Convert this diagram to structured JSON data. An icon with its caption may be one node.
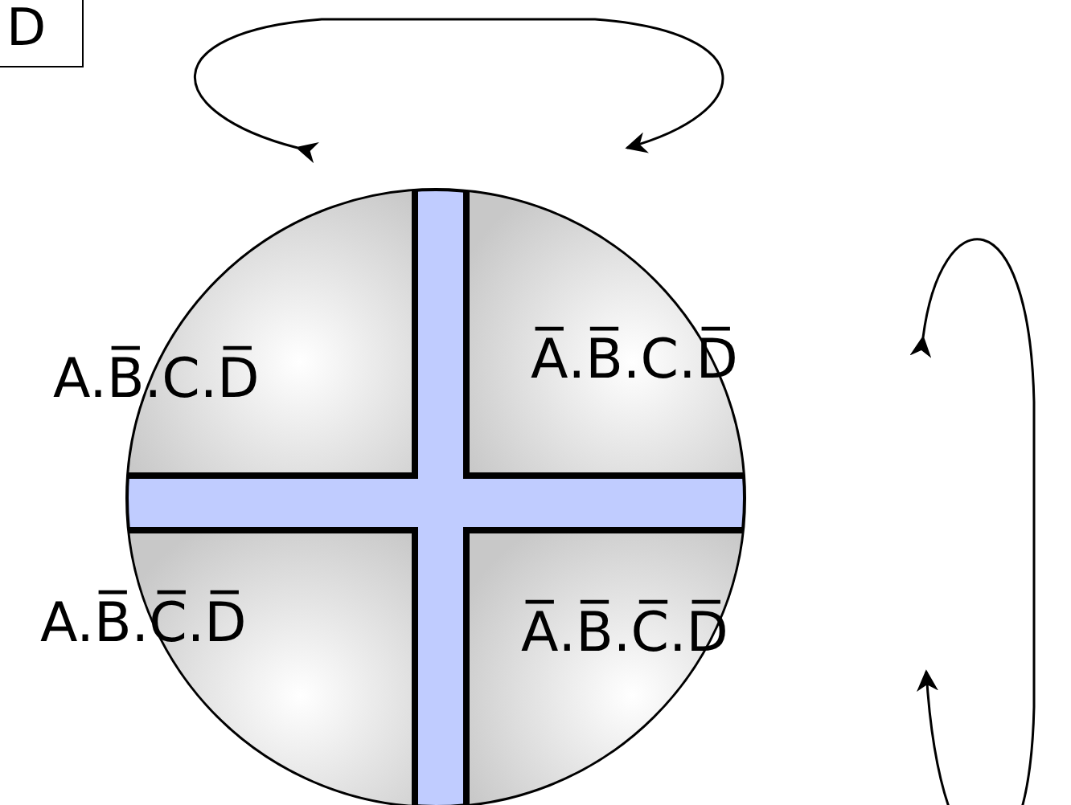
{
  "diagram": {
    "nodes": [
      {
        "text": [
          "D"
        ]
      },
      {
        "text": [],
        "shape": "circle"
      },
      {
        "text": [
          "A.B̅.C.D̅"
        ],
        "in": 1
      },
      {
        "text": [
          "A̅.B̅.C.D̅"
        ],
        "in": 1
      },
      {
        "text": [
          "A.B̅.C̅.D̅"
        ],
        "in": 1
      },
      {
        "text": [
          "A̅.B̅.C̅.D̅"
        ],
        "in": 1
      }
    ]
  }
}
